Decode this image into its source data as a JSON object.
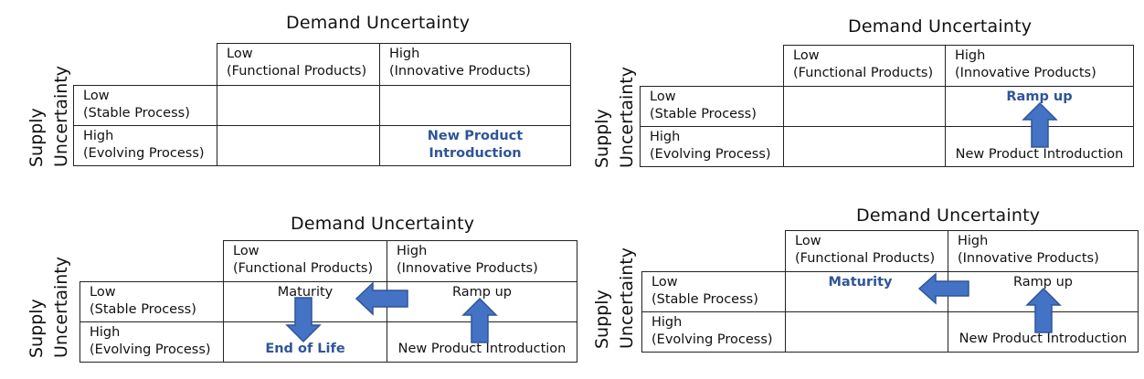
{
  "panels": [
    {
      "title": "Demand Uncertainty",
      "side_label_top": "Supply",
      "side_label_bottom": "Uncertainty",
      "col_low": [
        "Low",
        "(Functional Products)"
      ],
      "col_high": [
        "High",
        "(Innovative Products)"
      ],
      "row_low": [
        "Low",
        "(Stable Process)"
      ],
      "row_high": [
        "High",
        "(Evolving Process)"
      ],
      "highlight": [
        "New Product",
        "Introduction"
      ]
    },
    {
      "title": "Demand Uncertainty",
      "side_label_top": "Supply",
      "side_label_bottom": "Uncertainty",
      "col_low": [
        "Low",
        "(Functional Products)"
      ],
      "col_high": [
        "High",
        "(Innovative Products)"
      ],
      "row_low": [
        "Low",
        "(Stable Process)"
      ],
      "row_high": [
        "High",
        "(Evolving Process)"
      ],
      "ramp_up": "Ramp up",
      "new_product": "New Product Introduction"
    },
    {
      "title": "Demand Uncertainty",
      "side_label_top": "Supply",
      "side_label_bottom": "Uncertainty",
      "col_low": [
        "Low",
        "(Functional Products)"
      ],
      "col_high": [
        "High",
        "(Innovative Products)"
      ],
      "row_low": [
        "Low",
        "(Stable Process)"
      ],
      "row_high": [
        "High",
        "(Evolving Process)"
      ],
      "maturity": "Maturity",
      "ramp_up": "Ramp up",
      "end_of_life": "End of Life",
      "new_product": "New Product Introduction"
    },
    {
      "title": "Demand Uncertainty",
      "side_label_top": "Supply",
      "side_label_bottom": "Uncertainty",
      "col_low": [
        "Low",
        "(Functional Products)"
      ],
      "col_high": [
        "High",
        "(Innovative Products)"
      ],
      "row_low": [
        "Low",
        "(Stable Process)"
      ],
      "row_high": [
        "High",
        "(Evolving Process)"
      ],
      "maturity": "Maturity",
      "ramp_up": "Ramp up",
      "new_product": "New Product Introduction"
    }
  ],
  "colors": {
    "arrow_fill": "#4472c4",
    "arrow_stroke": "#2f5597",
    "highlight_text": "#2f5597"
  }
}
